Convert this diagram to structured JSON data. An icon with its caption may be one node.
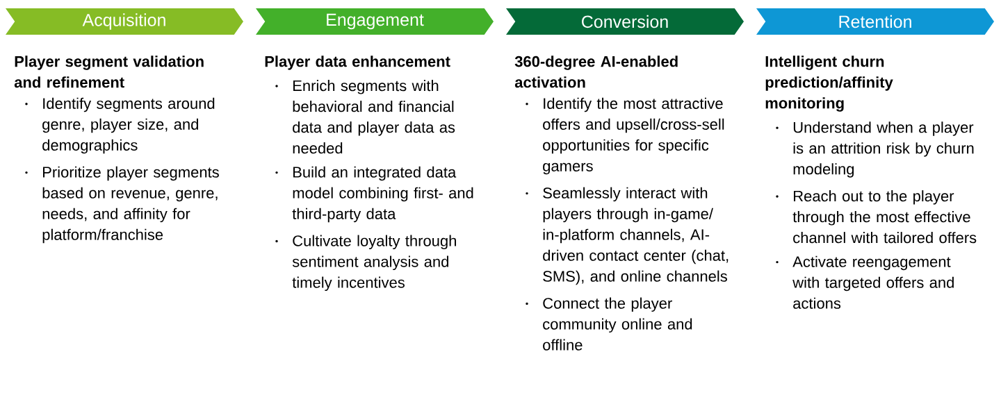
{
  "diagram": {
    "nodes": [
      {
        "text": [
          "Acquisition"
        ],
        "beside": [
          "Player segment validation and refinement",
          "Identify segments around genre, player size, and demographics",
          "Prioritize player segments based on revenue, genre, needs, and affinity for platform/franchise"
        ]
      },
      {
        "text": [
          "Engagement"
        ],
        "beside": [
          "Player data enhancement",
          "Enrich segments with behavioral and financial data and player data as needed",
          "Build an integrated data model combining first- and third-party data",
          "Cultivate loyalty through sentiment analysis and timely incentives"
        ]
      },
      {
        "text": [
          "Conversion"
        ],
        "beside": [
          "360-degree AI-enabled activation",
          "Identify the most attractive offers and upsell/cross-sell opportunities for specific gamers",
          "Seamlessly interact with players through in-game/ in-platform channels, AI-driven contact center (chat, SMS), and online channels",
          "Connect the player community online and offline"
        ]
      },
      {
        "text": [
          "Retention"
        ],
        "beside": [
          "Intelligent churn prediction/affinity monitoring",
          "Understand when a player is an attrition risk by churn modeling",
          "Reach out to the player through the most effective channel with tailored offers",
          "Activate reengagement with targeted offers and actions"
        ]
      }
    ]
  }
}
